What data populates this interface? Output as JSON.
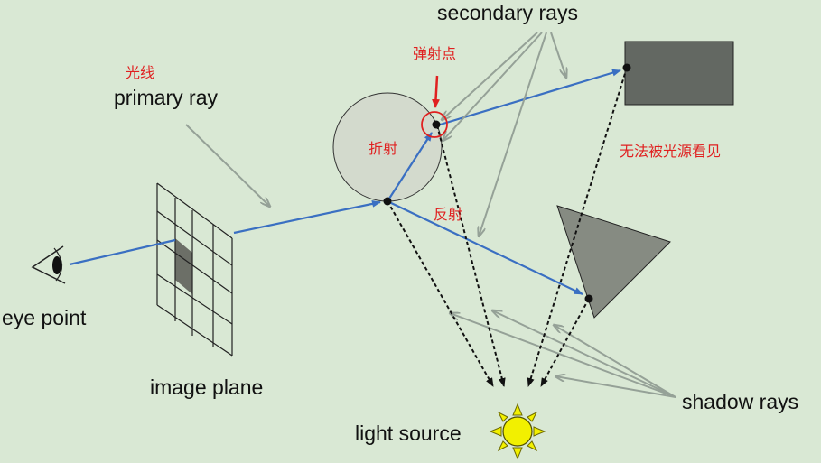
{
  "labels": {
    "primary_ray_cn": "光线",
    "primary_ray": "primary ray",
    "secondary_rays": "secondary rays",
    "bounce_point_cn": "弹射点",
    "refraction_cn": "折射",
    "reflection_cn": "反射",
    "not_visible_cn": "无法被光源看见",
    "eye_point": "eye point",
    "image_plane": "image plane",
    "light_source": "light source",
    "shadow_rays": "shadow rays"
  },
  "colors": {
    "background": "#d9e8d4",
    "ray_blue": "#3a6fc2",
    "pointer_gray": "#95a197",
    "annotation_red": "#e02020",
    "sun_yellow": "#f2f000",
    "object_dark": "#636862",
    "triangle_gray": "#868b82",
    "sphere_fill": "#d3dacd"
  },
  "icons": {
    "eye": "eye-icon",
    "sun": "sun-icon"
  }
}
